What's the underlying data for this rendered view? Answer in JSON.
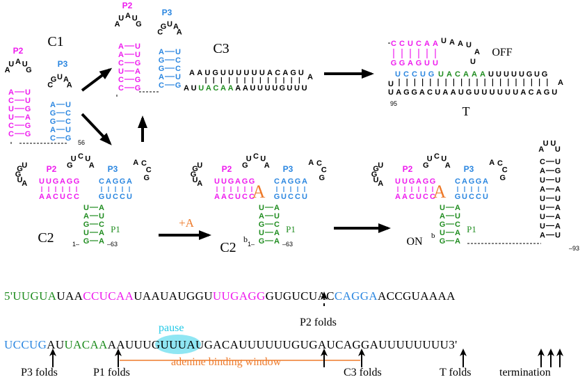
{
  "colors": {
    "magenta": "#ee1aee",
    "blue": "#2a86e0",
    "green": "#1f8c1f",
    "orange": "#ee7a2a",
    "cyan": "#22c9e6",
    "cyan_fill": "#8fe6f3",
    "black": "#000000"
  },
  "structures": {
    "C1": {
      "name": "C1",
      "p2_label": "P2",
      "p3_label": "P3",
      "p2_loop": "AUAUG",
      "p2_left": "ACUUCC",
      "p2_right": "UUGAGG",
      "p3_loop": "CGUAA",
      "p3_left": "AGGAC",
      "p3_right": "UCCUG",
      "end": "56"
    },
    "C3": {
      "name": "C3",
      "p2_label": "P2",
      "p3_label": "P3",
      "p2_loop": "AUAUG",
      "p2_left": "AACUCC",
      "p2_right": "UUGAGG",
      "p3_loop": "CGUAA",
      "p3_left": "AGGAC",
      "p3_right": "UCCUG",
      "tail_top": "AAUGUUUUUUACAGU",
      "tail_bottom_a": "AU",
      "tail_bottom_green": "UACAA",
      "tail_bottom_b": "AAUUUUGUUU",
      "tail_loop": "A"
    },
    "OFF": {
      "name": "OFF",
      "t_label": "T",
      "top_magenta": "CCUCAA",
      "top_tail": "UAAU",
      "mid_magenta": "GGAGUU",
      "bottom_blue": "UCCUG",
      "bottom_green": "UACAAA",
      "bottom_tail": "UUUUUGUG",
      "strand": "UAGGACUAAUGUUUUUUACAGU",
      "start": "95"
    },
    "C2": {
      "name": "C2",
      "p1_label": "P1",
      "p2_label": "P2",
      "p3_label": "P3",
      "p2_top": "UUGAGG",
      "p2_bottom": "AACUCC",
      "p3_top": "CAGGA",
      "p3_bottom": "GUCCU",
      "loop_left": "AUGGU",
      "loop_mid": "GUCUA",
      "loop_right": "ACCG",
      "p1_left": "UAGUG",
      "p1_right": "AUCAA",
      "start": "1",
      "end": "63"
    },
    "C2b": {
      "name": "C2",
      "sup": "b",
      "ligand": "A",
      "p1_label": "P1",
      "p2_label": "P2",
      "p3_label": "P3",
      "p2_top": "UUGAGG",
      "p2_bottom": "AACUCC",
      "p3_top": "CAGGA",
      "p3_bottom": "GUCCU",
      "loop_left": "AUGGU",
      "loop_mid": "GUCUA",
      "loop_right": "ACCG",
      "p1_left": "UAGUG",
      "p1_right": "AUCAA",
      "start": "1",
      "end": "63"
    },
    "ON": {
      "name": "ON",
      "sup": "b",
      "ligand": "A",
      "p1_label": "P1",
      "p2_label": "P2",
      "p3_label": "P3",
      "p2_top": "UUGAGG",
      "p2_bottom": "AACUCC",
      "p3_top": "CAGGA",
      "p3_bottom": "GUCCU",
      "loop_left": "AUGGU",
      "loop_mid": "GUCUA",
      "loop_right": "ACCG",
      "p1_left": "UAGUG",
      "p1_right": "AUCAA",
      "hairpin_loop": "AUUU",
      "hairpin_left": "CAUAUUUUA",
      "hairpin_right": "UGUAUAAAU",
      "end": "93"
    }
  },
  "arrow_labels": {
    "plus_a": "+A"
  },
  "sequence": {
    "line1": [
      {
        "text": "5'UUGUA",
        "color": "#1f8c1f"
      },
      {
        "text": "UAA",
        "color": "#000000"
      },
      {
        "text": "CCUCAA",
        "color": "#ee1aee"
      },
      {
        "text": "UAAUAUGGU",
        "color": "#000000"
      },
      {
        "text": "UUGAGG",
        "color": "#ee1aee"
      },
      {
        "text": "GUGUCUAC",
        "color": "#000000"
      },
      {
        "text": "CAGGA",
        "color": "#2a86e0"
      },
      {
        "text": "ACCGUAAAA",
        "color": "#000000"
      }
    ],
    "line2": [
      {
        "text": "UCCUG",
        "color": "#2a86e0"
      },
      {
        "text": "AU",
        "color": "#000000"
      },
      {
        "text": "UACAA",
        "color": "#1f8c1f"
      },
      {
        "text": "AAUUUGUUUAUGACAUUUUUUGUGAUCAGGAUUUUUUUU3'",
        "color": "#000000"
      }
    ]
  },
  "annotations": {
    "pause": "pause",
    "p2_folds": "P2 folds",
    "p3_folds": "P3 folds",
    "p1_folds": "P1 folds",
    "window": "adenine binding window",
    "c3_folds": "C3 folds",
    "t_folds": "T folds",
    "termination": "termination"
  }
}
